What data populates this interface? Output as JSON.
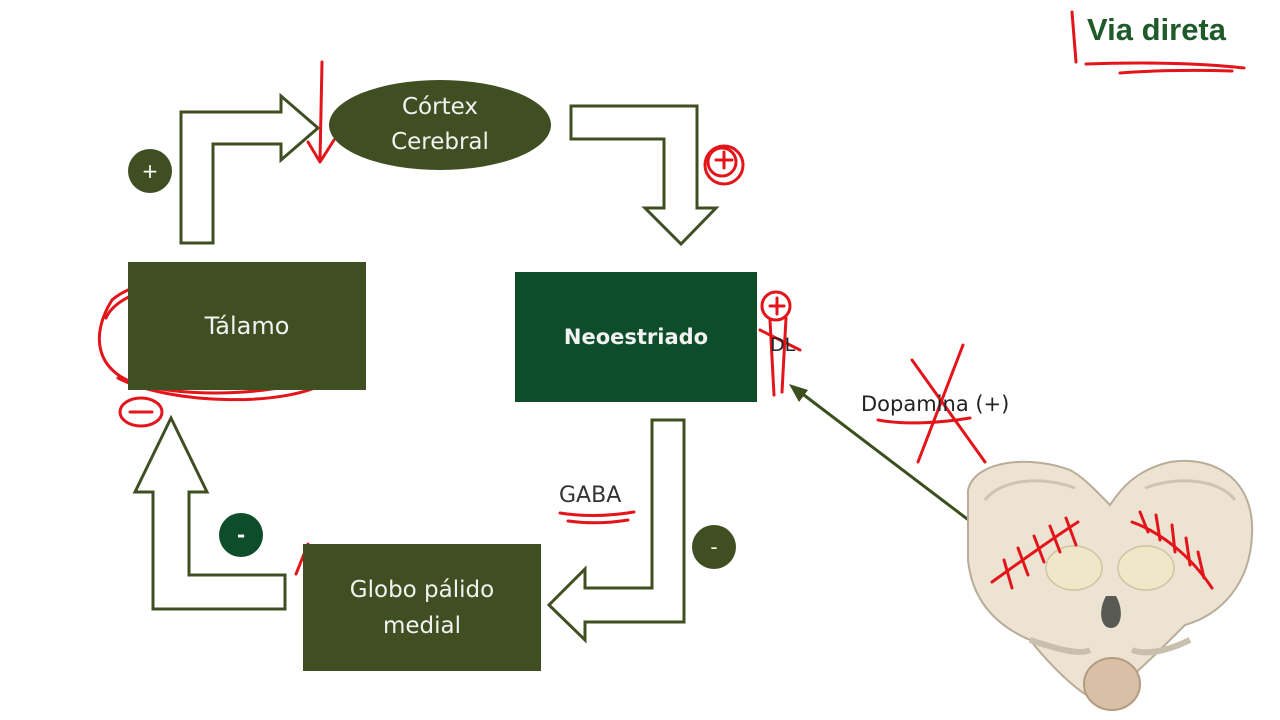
{
  "title": "Via direta",
  "nodes": {
    "cortex": "Córtex\nCerebral",
    "talamo": "Tálamo",
    "neoestriado": "Neoestriado",
    "globo": "Globo pálido\nmedial"
  },
  "signs": {
    "cortex_to_talamo": "+",
    "gp_to_talamo": "-",
    "neo_to_gp": "-"
  },
  "labels": {
    "gaba": "GABA",
    "dopamina": "Dopamina (+)",
    "dl": "DL"
  },
  "colors": {
    "olive": "#3f4f22",
    "green": "#0e4d2a",
    "annotation_red": "#e3151a",
    "title_green": "#1e5a2a"
  }
}
